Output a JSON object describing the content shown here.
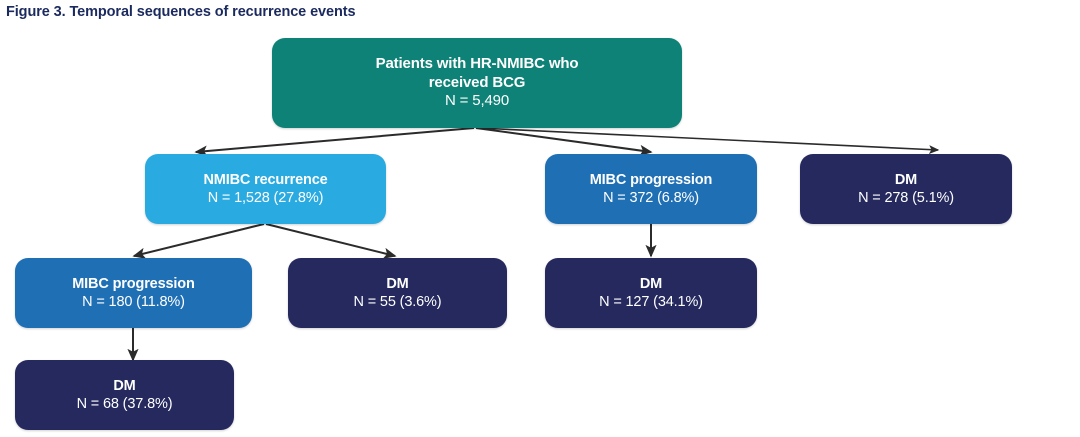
{
  "figure": {
    "title": "Figure 3. Temporal sequences of recurrence events",
    "title_color": "#1b2a5e"
  },
  "palette": {
    "teal": "#0E8277",
    "light_blue": "#29ABE2",
    "medium_blue": "#1F6FB5",
    "navy": "#25295E",
    "arrow": "#2b2b2b",
    "text": "#ffffff"
  },
  "nodes": {
    "root": {
      "label_line1": "Patients with HR-NMIBC who",
      "label_line2": "received BCG",
      "count": "N = 5,490",
      "color": "#0E8277"
    },
    "nmibc_recurrence": {
      "label": "NMIBC recurrence",
      "count": "N = 1,528 (27.8%)",
      "color": "#29ABE2"
    },
    "mibc_progression_l2": {
      "label": "MIBC progression",
      "count": "N = 372 (6.8%)",
      "color": "#1F6FB5"
    },
    "dm_l2": {
      "label": "DM",
      "count": "N = 278 (5.1%)",
      "color": "#25295E"
    },
    "mibc_progression_l3": {
      "label": "MIBC progression",
      "count": "N = 180 (11.8%)",
      "color": "#1F6FB5"
    },
    "dm_l3_from_nmibc": {
      "label": "DM",
      "count": "N = 55 (3.6%)",
      "color": "#25295E"
    },
    "dm_l3_from_mibc": {
      "label": "DM",
      "count": "N = 127 (34.1%)",
      "color": "#25295E"
    },
    "dm_l4": {
      "label": "DM",
      "count": "N = 68 (37.8%)",
      "color": "#25295E"
    }
  },
  "edges": [
    {
      "name": "root-to-nmibc-recurrence",
      "from": "root",
      "to": "nmibc_recurrence"
    },
    {
      "name": "root-to-mibc-progression",
      "from": "root",
      "to": "mibc_progression_l2"
    },
    {
      "name": "root-to-dm",
      "from": "root",
      "to": "dm_l2"
    },
    {
      "name": "nmibc-to-mibc-progression",
      "from": "nmibc_recurrence",
      "to": "mibc_progression_l3"
    },
    {
      "name": "nmibc-to-dm",
      "from": "nmibc_recurrence",
      "to": "dm_l3_from_nmibc"
    },
    {
      "name": "mibc-l2-to-dm",
      "from": "mibc_progression_l2",
      "to": "dm_l3_from_mibc"
    },
    {
      "name": "mibc-l3-to-dm",
      "from": "mibc_progression_l3",
      "to": "dm_l4"
    }
  ]
}
